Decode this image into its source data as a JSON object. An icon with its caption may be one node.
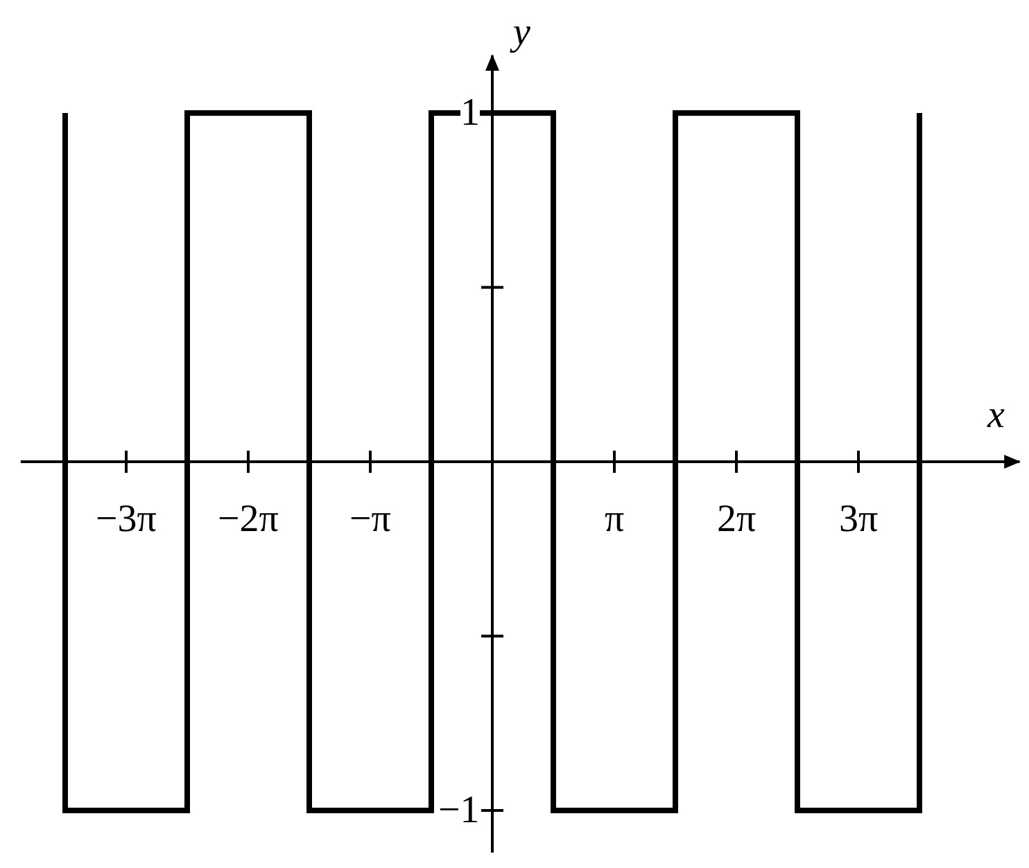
{
  "diagram": {
    "chart_data": {
      "type": "line",
      "xlabel": "x",
      "ylabel": "y",
      "xlim": [
        -12.14,
        13.57
      ],
      "ylim": [
        -1.121,
        1.165
      ],
      "x": [
        -10.9956,
        -10.9956,
        -7.854,
        -7.854,
        -4.7124,
        -4.7124,
        -1.5708,
        -1.5708,
        1.5708,
        1.5708,
        4.7124,
        4.7124,
        7.854,
        7.854,
        10.9956,
        10.9956
      ],
      "series": [
        {
          "color": "#000000",
          "values": [
            1,
            -1,
            -1,
            1,
            1,
            -1,
            -1,
            1,
            1,
            -1,
            -1,
            1,
            1,
            -1,
            -1,
            1
          ]
        }
      ],
      "xticks": [
        {
          "value": -9.4248,
          "label": "−3π"
        },
        {
          "value": -6.2832,
          "label": "−2π"
        },
        {
          "value": -3.1416,
          "label": "−π"
        },
        {
          "value": 3.1416,
          "label": "π"
        },
        {
          "value": 6.2832,
          "label": "2π"
        },
        {
          "value": 9.4248,
          "label": "3π"
        }
      ],
      "yticks": [
        {
          "value": 1,
          "label": "1"
        },
        {
          "value": -1,
          "label": "−1"
        }
      ]
    }
  }
}
